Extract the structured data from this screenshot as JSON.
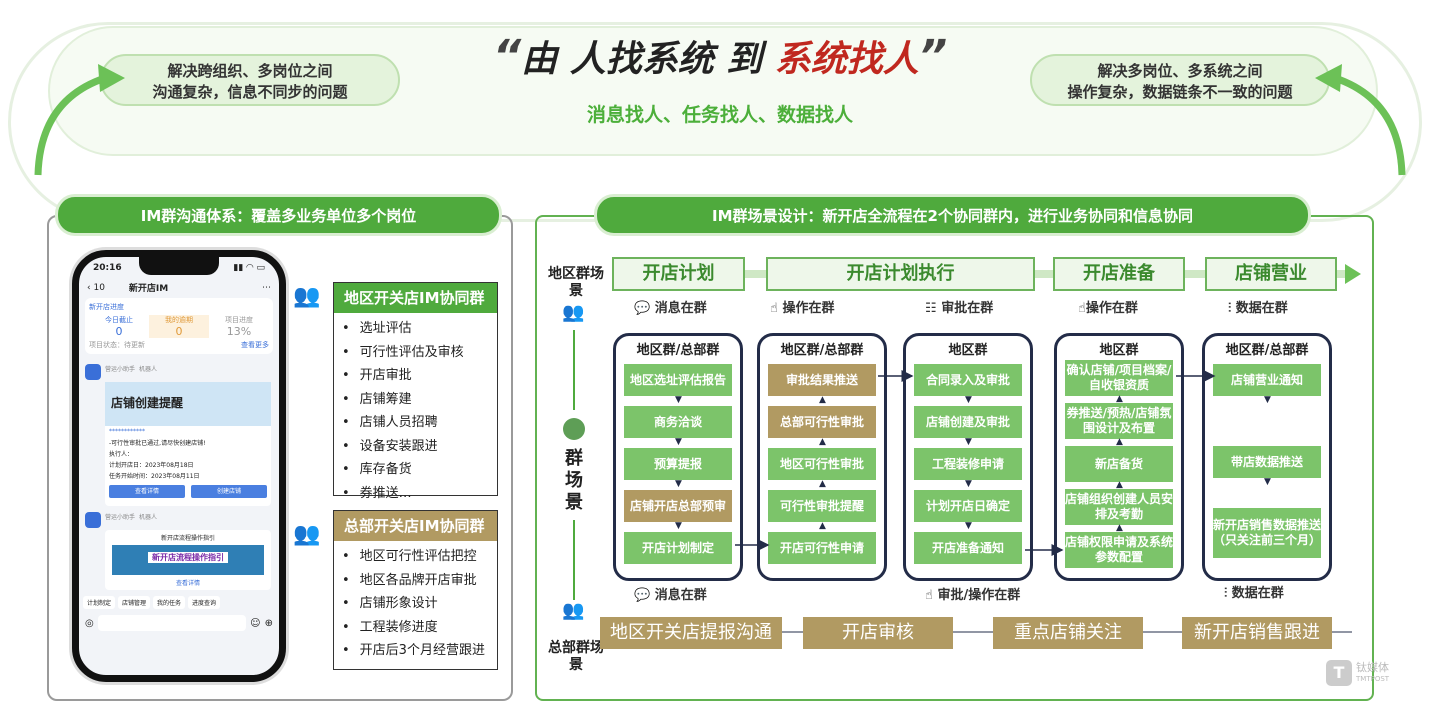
{
  "header": {
    "quote_open": "“",
    "title_a": "由 人找系统 到 ",
    "title_b": "系统找人",
    "quote_close": "”",
    "subtitle": "消息找人、任务找人、数据找人",
    "left_pill": [
      "解决跨组织、多岗位之间",
      "沟通复杂，信息不同步的问题"
    ],
    "right_pill": [
      "解决多岗位、多系统之间",
      "操作复杂，数据链条不一致的问题"
    ]
  },
  "left_panel": {
    "title": "IM群沟通体系：覆盖多业务单位多个岗位",
    "phone": {
      "time": "20:16",
      "chat_title": "新开店IM",
      "back_count": "10",
      "card_title": "新开店进度",
      "stats": [
        {
          "label": "今日截止",
          "value": "0"
        },
        {
          "label": "我的逾期",
          "value": "0"
        },
        {
          "label": "项目进度",
          "value": "13%"
        }
      ],
      "status": "项目状态：待更新",
      "more": "查看更多",
      "bot_name": "营运小助手",
      "bot_tag": "机器人",
      "banner": "店铺创建提醒",
      "stars": "************",
      "msg": "-可行性审批已通过,请尽快创建店铺!",
      "executor": "执行人：",
      "plan_date": "计划开店日：2023年08月18日",
      "task_date": "任务开始时间：2023年08月11日",
      "btn_detail": "查看详情",
      "btn_create": "创建店铺",
      "guide_title": "新开店流程操作指引",
      "guide_banner": "新开店流程操作指引",
      "guide_link": "查看详情",
      "tabs": [
        "计划制定",
        "店铺管理",
        "我的任务",
        "进度查询"
      ]
    },
    "groups": [
      {
        "title": "地区开关店IM协同群",
        "items": [
          "选址评估",
          "可行性评估及审核",
          "开店审批",
          "店铺筹建",
          "店铺人员招聘",
          "设备安装跟进",
          "库存备货",
          "券推送…"
        ]
      },
      {
        "title": "总部开关店IM协同群",
        "items": [
          "地区可行性评估把控",
          "地区各品牌开店审批",
          "店铺形象设计",
          "工程装修进度",
          "开店后3个月经营跟进"
        ]
      }
    ]
  },
  "right_panel": {
    "title": "IM群场景设计：新开店全流程在2个协同群内，进行业务协同和信息协同",
    "side_top": "地区群场景",
    "side_mid": "群场景",
    "side_bottom": "总部群场景",
    "stages": [
      "开店计划",
      "开店计划执行",
      "开店准备",
      "店铺营业"
    ],
    "top_labels": [
      "消息在群",
      "操作在群",
      "审批在群",
      "操作在群",
      "数据在群"
    ],
    "bottom_labels": [
      "消息在群",
      "审批/操作在群",
      "数据在群"
    ],
    "columns": [
      {
        "title": "地区群/总部群",
        "boxes": [
          {
            "t": "地区选址评估报告",
            "c": "g"
          },
          {
            "t": "商务洽谈",
            "c": "g"
          },
          {
            "t": "预算提报",
            "c": "g"
          },
          {
            "t": "店铺开店总部预审",
            "c": "o"
          },
          {
            "t": "开店计划制定",
            "c": "g"
          }
        ]
      },
      {
        "title": "地区群/总部群",
        "boxes": [
          {
            "t": "审批结果推送",
            "c": "o"
          },
          {
            "t": "总部可行性审批",
            "c": "o"
          },
          {
            "t": "地区可行性审批",
            "c": "g"
          },
          {
            "t": "可行性审批提醒",
            "c": "g"
          },
          {
            "t": "开店可行性申请",
            "c": "g"
          }
        ]
      },
      {
        "title": "地区群",
        "boxes": [
          {
            "t": "合同录入及审批",
            "c": "g"
          },
          {
            "t": "店铺创建及审批",
            "c": "g"
          },
          {
            "t": "工程装修申请",
            "c": "g"
          },
          {
            "t": "计划开店日确定",
            "c": "g"
          },
          {
            "t": "开店准备通知",
            "c": "g"
          }
        ]
      },
      {
        "title": "地区群",
        "boxes": [
          {
            "t": "确认店铺/项目档案/自收银资质",
            "c": "g"
          },
          {
            "t": "券推送/预热/店铺氛围设计及布置",
            "c": "g"
          },
          {
            "t": "新店备货",
            "c": "g"
          },
          {
            "t": "店铺组织创建人员安排及考勤",
            "c": "g"
          },
          {
            "t": "店铺权限申请及系统参数配置",
            "c": "g"
          }
        ]
      },
      {
        "title": "地区群/总部群",
        "boxes": [
          {
            "t": "店铺营业通知",
            "c": "g"
          },
          {
            "t": "带店数据推送",
            "c": "g"
          },
          {
            "t": "新开店销售数据推送（只关注前三个月）",
            "c": "g"
          }
        ]
      }
    ],
    "bottom": [
      "地区开关店提报沟通",
      "开店审核",
      "重点店铺关注",
      "新开店销售跟进"
    ]
  },
  "watermark": {
    "cn": "钛媒体",
    "en": "TMTPOST"
  },
  "colors": {
    "green": "#4faa3d",
    "box_green": "#7cc46a",
    "gold": "#b19a62",
    "red": "#c0281f",
    "navy": "#232c48"
  }
}
